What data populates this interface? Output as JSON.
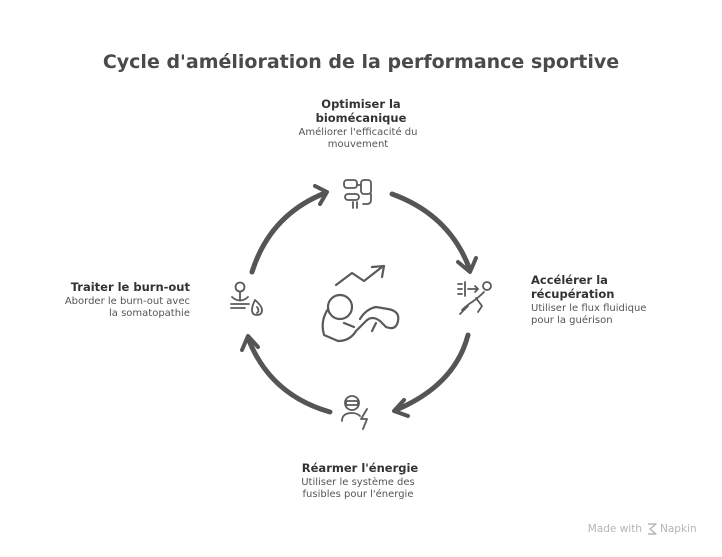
{
  "title": "Cycle d'amélioration de la performance sportive",
  "nodes": {
    "top": {
      "title_lines": [
        "Optimiser la",
        "biomécanique"
      ],
      "desc_lines": [
        "Améliorer l'efficacité du",
        "mouvement"
      ],
      "icon": "biomechanics-icon"
    },
    "right": {
      "title_lines": [
        "Accélérer la",
        "récupération"
      ],
      "desc_lines": [
        "Utiliser le flux fluidique",
        "pour la guérison"
      ],
      "icon": "recovery-icon"
    },
    "bottom": {
      "title_lines": [
        "Réarmer l'énergie"
      ],
      "desc_lines": [
        "Utiliser le système des",
        "fusibles pour l'énergie"
      ],
      "icon": "energy-icon"
    },
    "left": {
      "title_lines": [
        "Traiter le burn-out"
      ],
      "desc_lines": [
        "Aborder le burn-out avec",
        "la somatopathie"
      ],
      "icon": "burnout-icon"
    }
  },
  "center_icon": "performance-athlete-icon",
  "footer": {
    "made_with": "Made with",
    "brand": "Napkin"
  }
}
